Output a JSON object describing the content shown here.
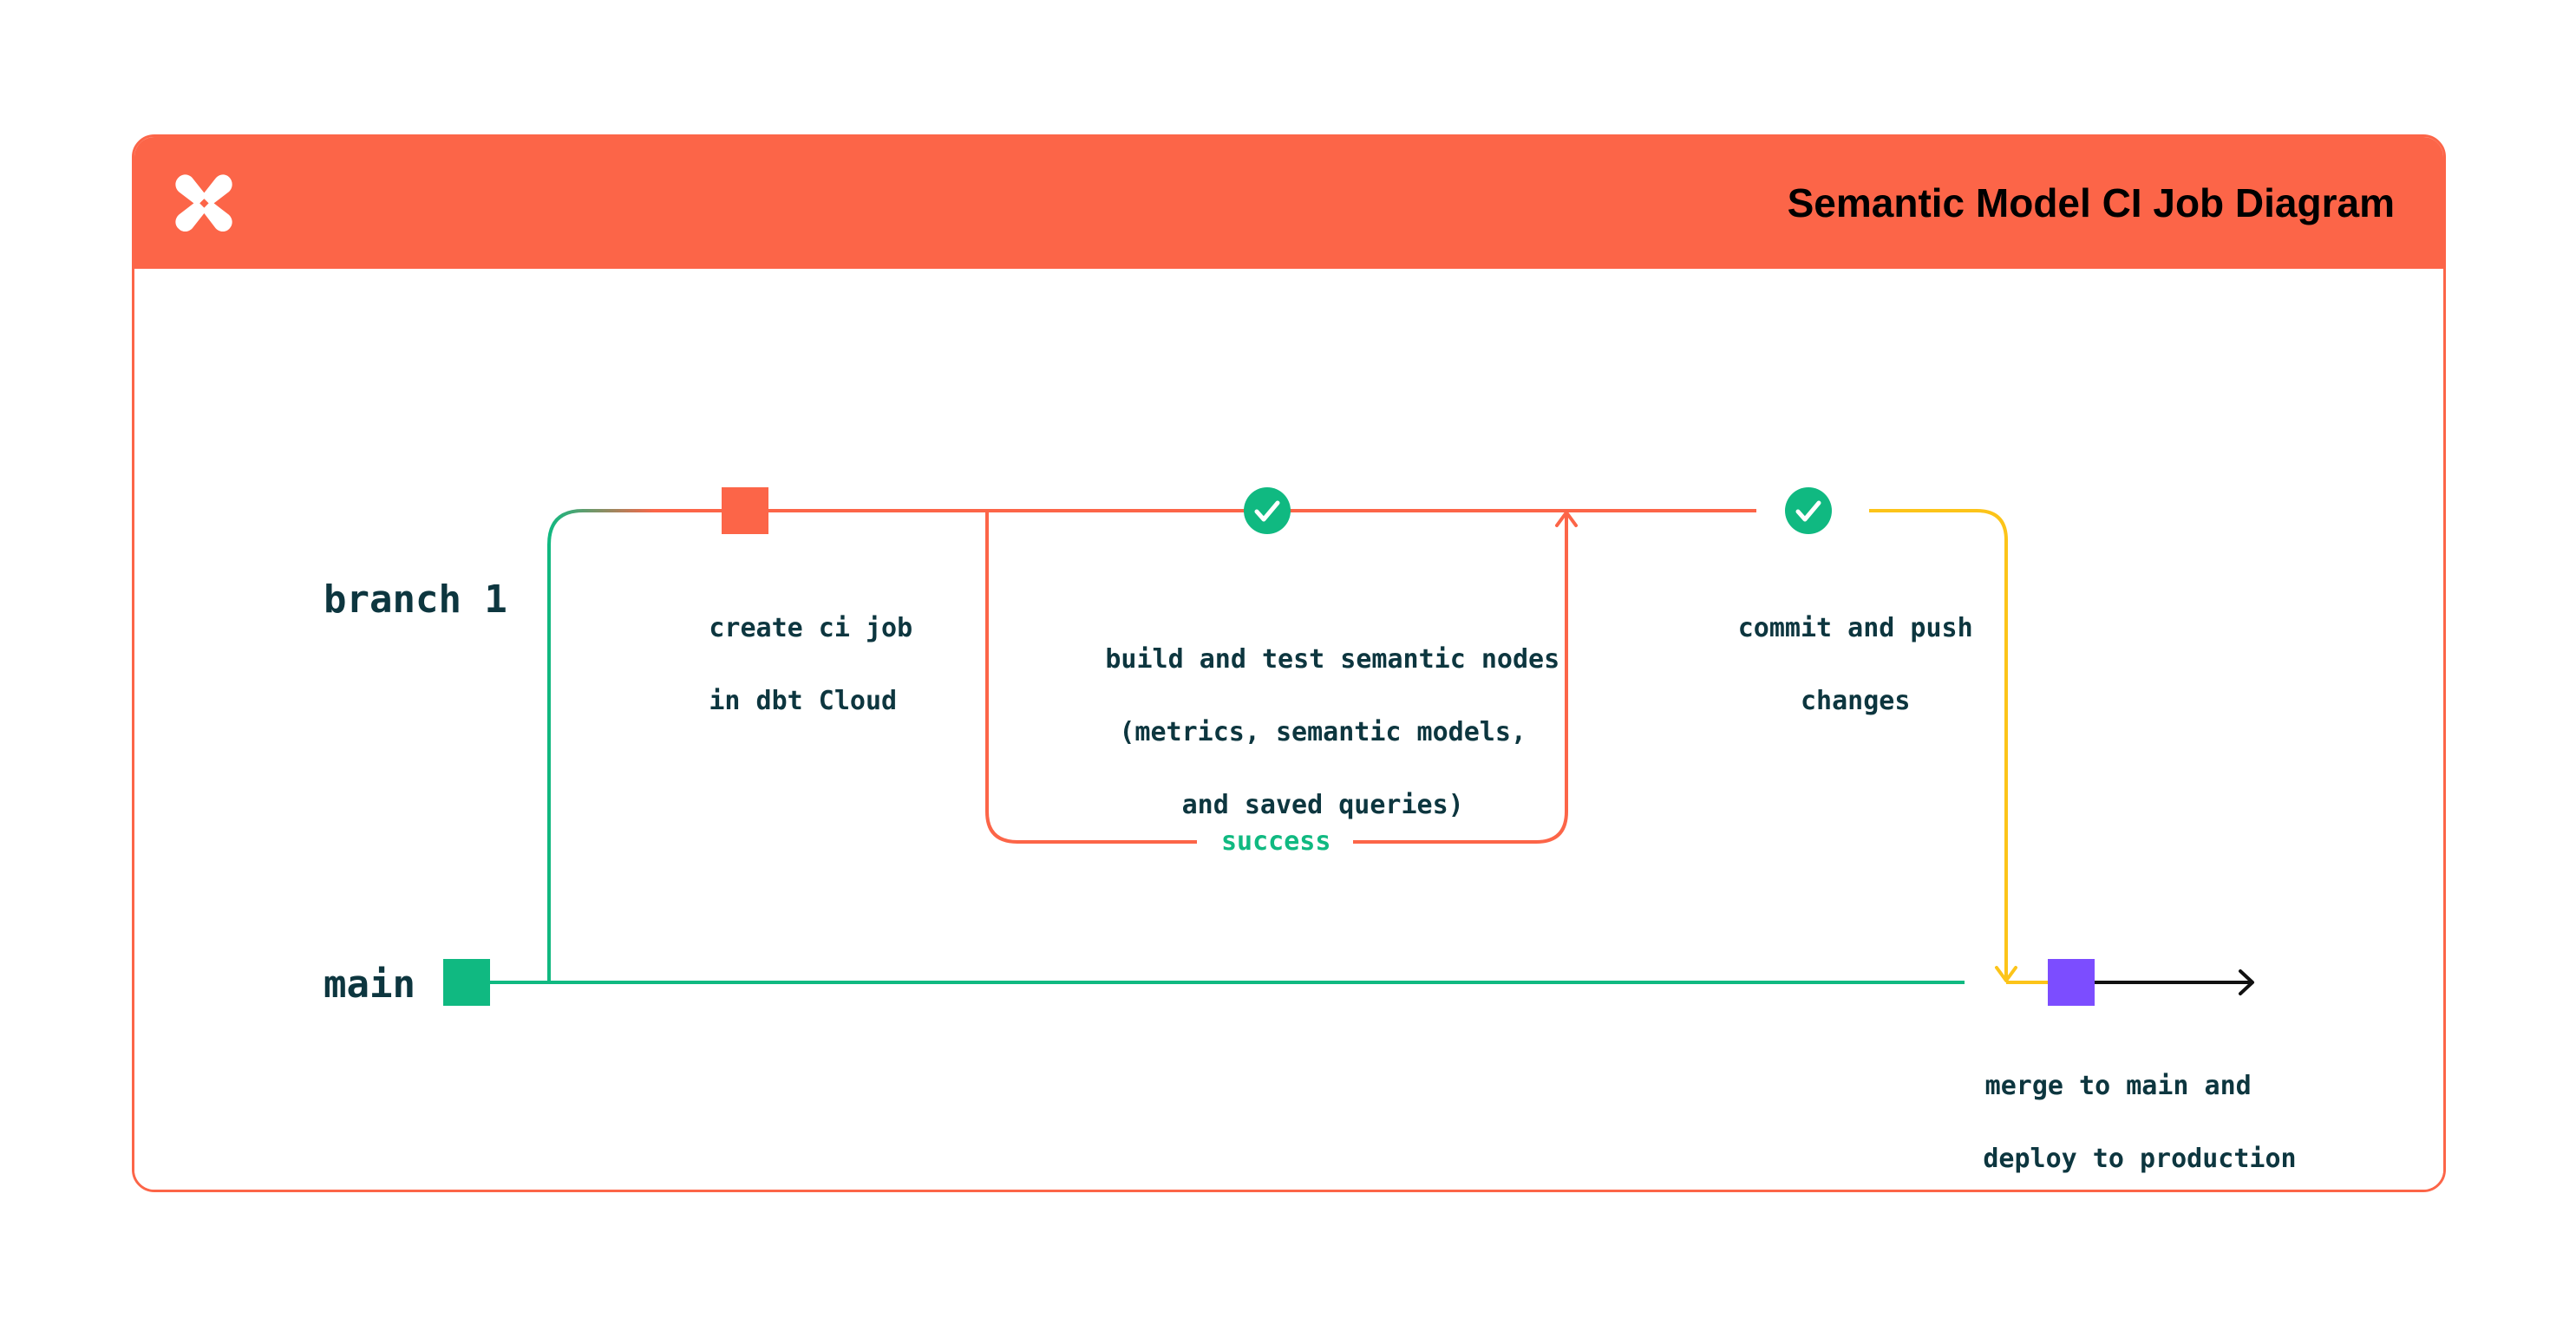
{
  "header": {
    "logo_icon": "dbt-x-logo-icon",
    "title": "Semantic Model CI Job Diagram",
    "background_color": "#fc6548",
    "title_color": "#000000"
  },
  "card": {
    "border_color": "#fc6548",
    "background_color": "#ffffff"
  },
  "lanes": [
    {
      "name": "branch-1",
      "label": "branch 1",
      "line_color": "#fc6548"
    },
    {
      "name": "main",
      "label": "main",
      "line_color": "#10b981"
    }
  ],
  "nodes": [
    {
      "name": "create-ci-job",
      "shape": "square",
      "color": "#fc6548",
      "lane": "branch 1",
      "label_line_1": "create ci job",
      "label_line_2": "in dbt Cloud"
    },
    {
      "name": "build-and-test",
      "shape": "circle-check",
      "color": "#10b981",
      "icon": "check-circle-icon",
      "lane": "branch 1",
      "label_line_1": "build and test semantic nodes",
      "label_line_2": "(metrics, semantic models,",
      "label_line_3": "and saved queries)"
    },
    {
      "name": "commit-and-push",
      "shape": "circle-check",
      "color": "#10b981",
      "icon": "check-circle-icon",
      "lane": "branch 1",
      "label_line_1": "commit and push",
      "label_line_2": "changes"
    },
    {
      "name": "merge-to-main",
      "shape": "square",
      "color": "#7c4dff",
      "lane": "main",
      "label_line_1": "merge to main and",
      "label_line_2": "deploy to production"
    },
    {
      "name": "main-start",
      "shape": "square",
      "color": "#10b981",
      "lane": "main",
      "label_line_1": ""
    }
  ],
  "edges": [
    {
      "name": "success-loop",
      "label": "success",
      "color": "#fc6548",
      "label_color": "#10b981",
      "direction": "back-to-build-step"
    },
    {
      "name": "merge-edge",
      "color": "#fcc419",
      "direction": "down-to-main"
    },
    {
      "name": "main-continuation",
      "color": "#111111",
      "direction": "right"
    },
    {
      "name": "branch-off-edge",
      "color_from": "#10b981",
      "color_to": "#fc6548"
    }
  ],
  "palette": {
    "orange": "#fc6548",
    "green": "#10b981",
    "yellow": "#fcc419",
    "purple": "#7c4dff",
    "dark_teal": "#0d363f",
    "black": "#111111"
  }
}
